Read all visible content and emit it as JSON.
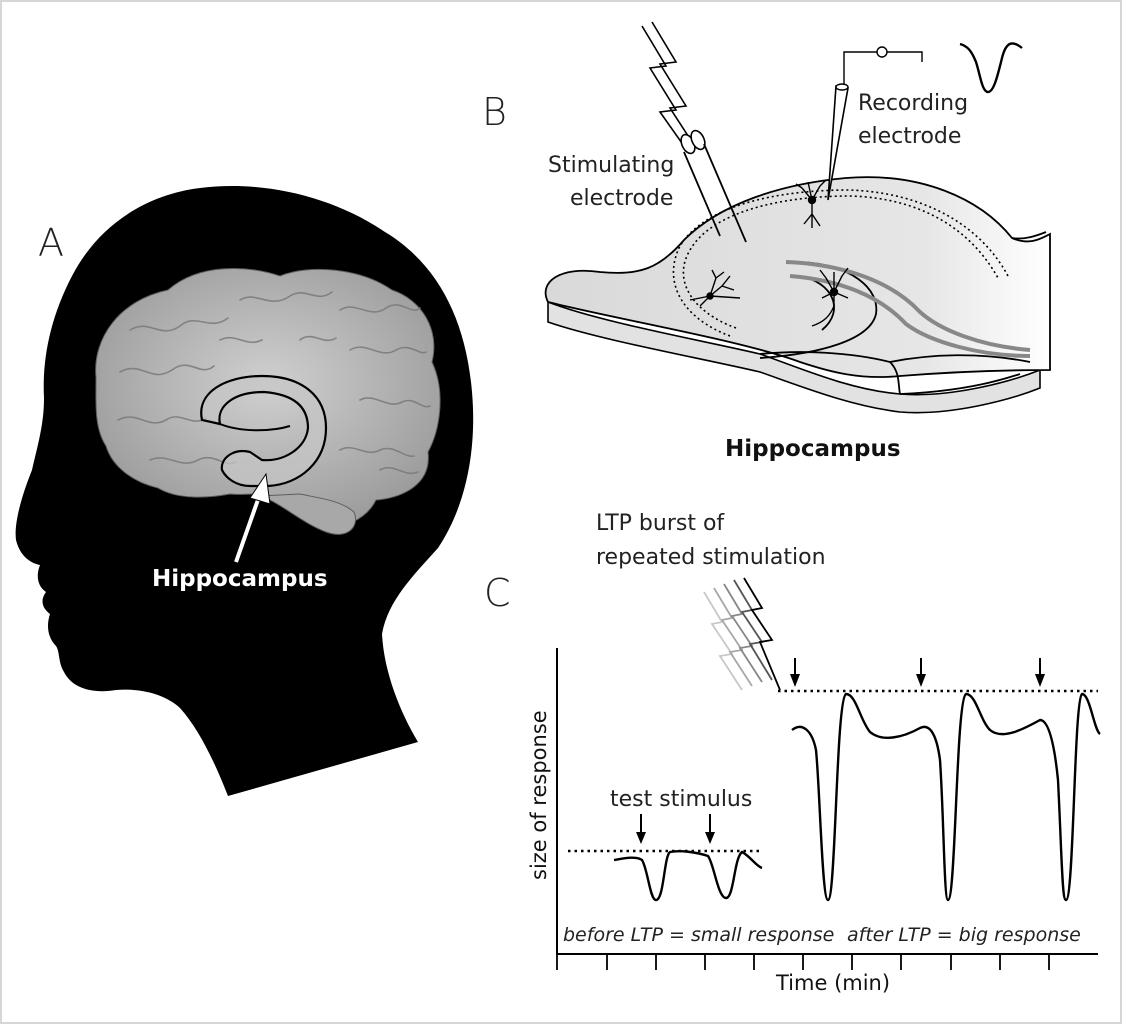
{
  "panels": {
    "a": {
      "letter": "A",
      "hippocampus_label": "Hippocampus"
    },
    "b": {
      "letter": "B",
      "stimulating_line1": "Stimulating",
      "stimulating_line2": "electrode",
      "recording_line1": "Recording",
      "recording_line2": "electrode",
      "title": "Hippocampus"
    },
    "c": {
      "letter": "C",
      "ltp_line1": "LTP burst of",
      "ltp_line2": "repeated stimulation",
      "test_stimulus": "test stimulus",
      "before_caption": "before LTP = small response",
      "after_caption": "after LTP = big response",
      "y_axis_label": "size of response",
      "x_axis_label": "Time (min)"
    }
  },
  "colors": {
    "background": "#ffffff",
    "silhouette": "#000000",
    "brain": "#b9b9b9",
    "hippocampus_fill": "#d9d9d9",
    "ink": "#111111"
  }
}
